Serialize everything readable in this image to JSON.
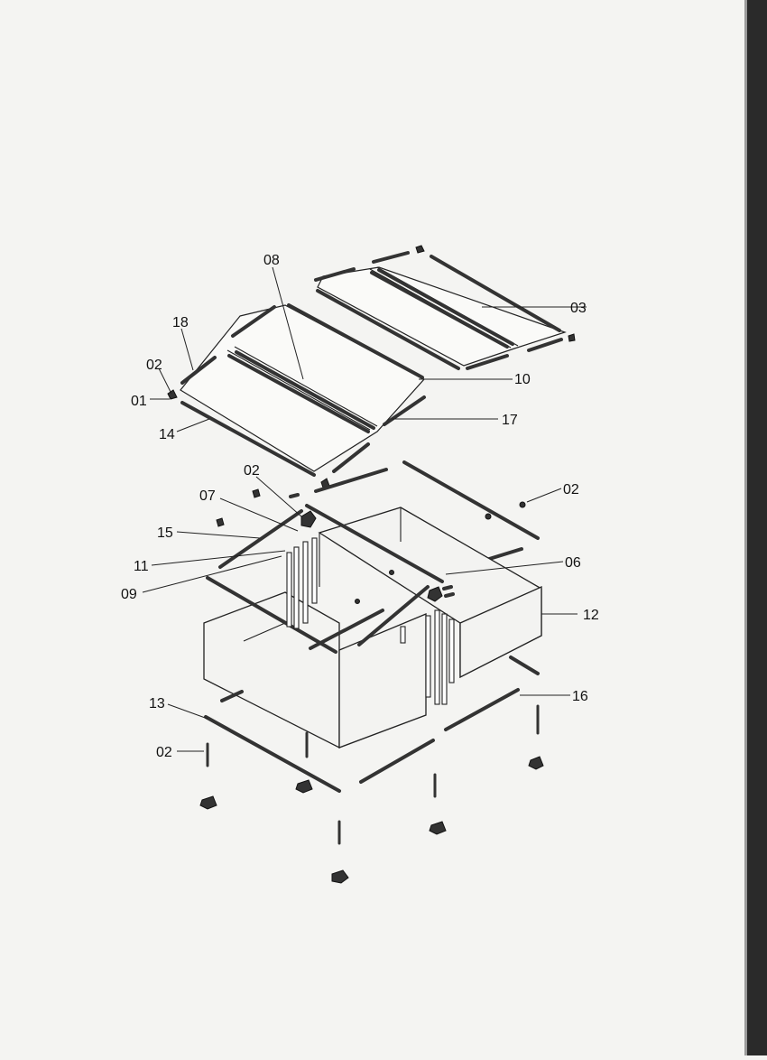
{
  "diagram": {
    "callouts": [
      {
        "id": "c08",
        "text": "08"
      },
      {
        "id": "c03",
        "text": "03"
      },
      {
        "id": "c18",
        "text": "18"
      },
      {
        "id": "c02a",
        "text": "02"
      },
      {
        "id": "c01",
        "text": "01"
      },
      {
        "id": "c10",
        "text": "10"
      },
      {
        "id": "c17",
        "text": "17"
      },
      {
        "id": "c14",
        "text": "14"
      },
      {
        "id": "c02b",
        "text": "02"
      },
      {
        "id": "c07",
        "text": "07"
      },
      {
        "id": "c02c",
        "text": "02"
      },
      {
        "id": "c15",
        "text": "15"
      },
      {
        "id": "c06",
        "text": "06"
      },
      {
        "id": "c11",
        "text": "11"
      },
      {
        "id": "c09",
        "text": "09"
      },
      {
        "id": "c12",
        "text": "12"
      },
      {
        "id": "c16",
        "text": "16"
      },
      {
        "id": "c13",
        "text": "13"
      },
      {
        "id": "c02d",
        "text": "02"
      }
    ]
  }
}
